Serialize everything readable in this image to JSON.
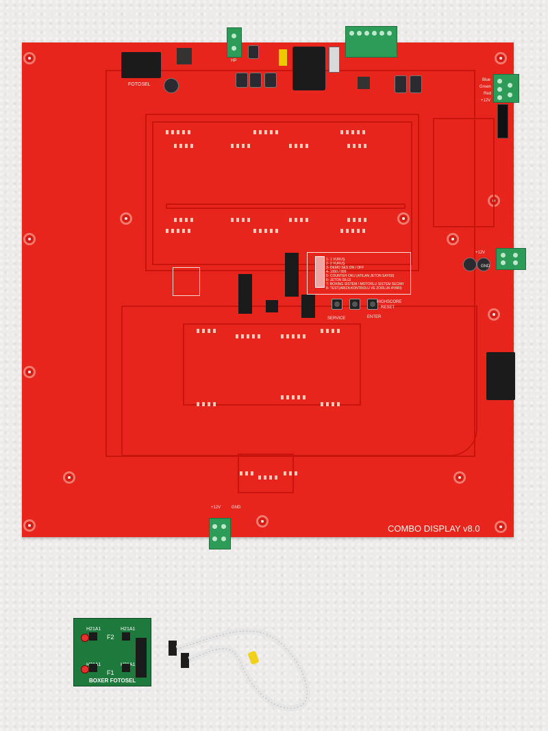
{
  "main_board": {
    "product_name": "COMBO DISPLAY v8.0",
    "labels": {
      "fotosel": "FOTOSEL",
      "hp": "HP",
      "blue": "Blue",
      "green": "Green",
      "red": "Red",
      "plus12v_top": "+12V",
      "plus12v_mid": "+12V",
      "gnd_mid": "GND",
      "service": "SERVICE",
      "enter": "ENTER",
      "highscore": "HIGHSCORE",
      "reset": "RESET",
      "bottom_12v": "+12V",
      "bottom_gnd": "GND"
    },
    "settings_legend": "1- 1 VURUŞ\n2- 2 VURUŞ\n3- DEMO SES ON / OFF\n4- 1000 / 999\n5- COUNTER OKU (ATILAN JETON SAYISI)\n6- JETON SILGI\n7- BOXING SISTEM / MOTORLU SISTEM SECIMI\n8- TEST(ARIZA KONTROLU VE ZORLUK AYARI)"
  },
  "sensor_board": {
    "title": "BOXER FOTOSEL",
    "f1": "F1",
    "f2": "F2",
    "sensor_label": "H21A1"
  },
  "colors": {
    "pcb_red": "#e8251d",
    "pcb_green": "#1e7a3c",
    "connector_green": "#2e9c59",
    "background": "#ecebea"
  }
}
